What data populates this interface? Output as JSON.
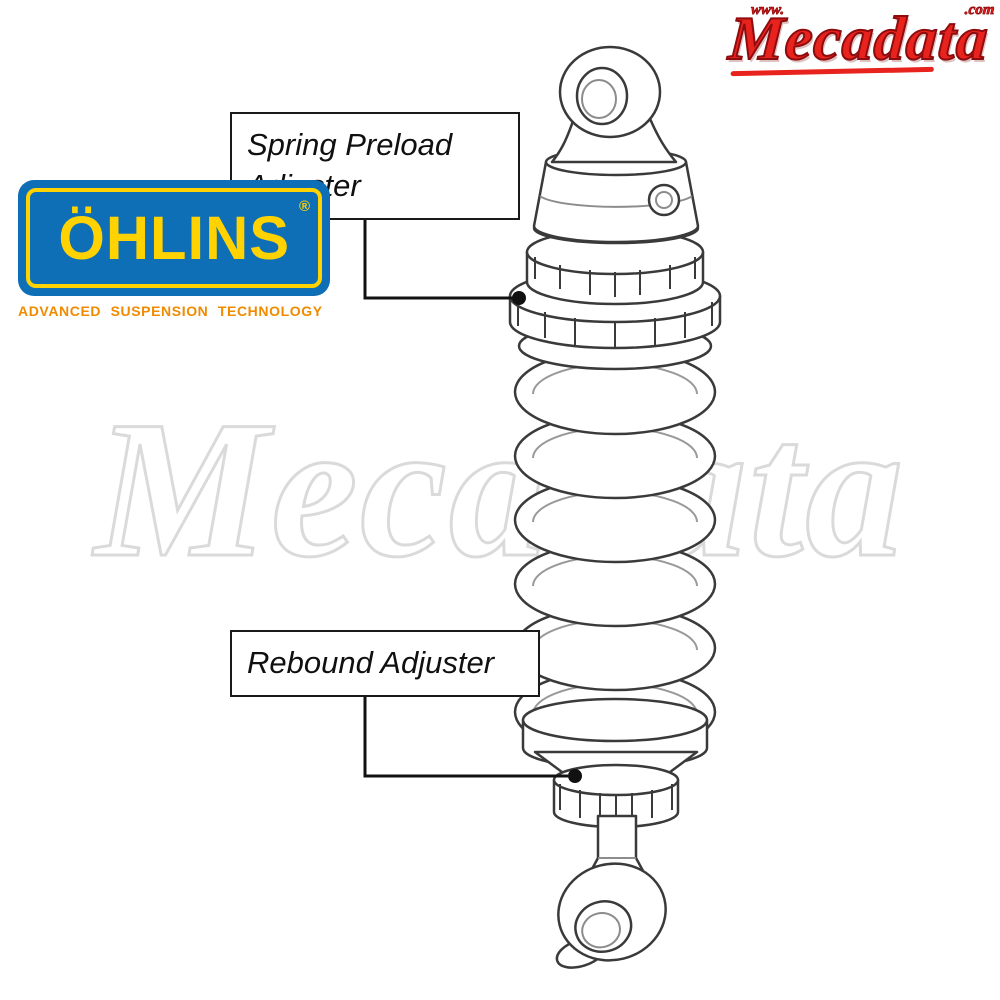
{
  "header_logo": {
    "prefix": "www.",
    "name": "Mecadata",
    "suffix": ".com",
    "color": "#e8221c"
  },
  "watermark": {
    "text": "Mecadata",
    "color": "#dadada"
  },
  "ohlins_logo": {
    "brand": "ÖHLINS",
    "registered": "®",
    "tagline": "ADVANCED SUSPENSION TECHNOLOGY",
    "colors": {
      "box_blue": "#0e6fb7",
      "brand_yellow": "#ffd200",
      "tagline_orange": "#f08a00"
    }
  },
  "callouts": {
    "spring_preload": {
      "line1": "Spring Preload",
      "line2": "Adjuster"
    },
    "rebound": {
      "label": "Rebound Adjuster"
    }
  },
  "diagram": {
    "subject": "shock-absorber"
  }
}
